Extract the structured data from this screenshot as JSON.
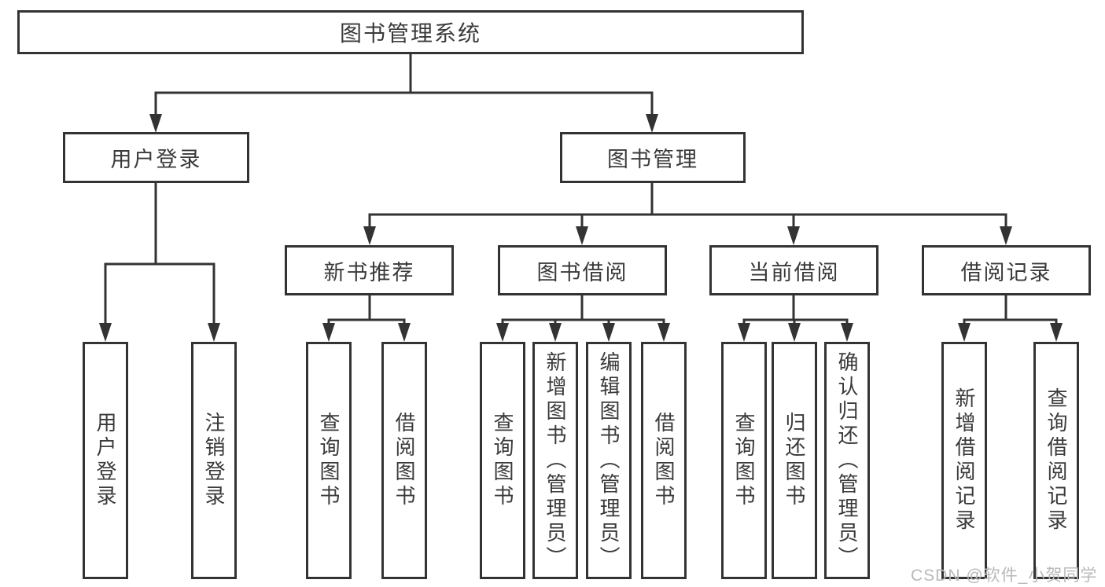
{
  "diagram_title": "图书管理系统",
  "tree": {
    "label": "图书管理系统",
    "children": [
      {
        "label": "用户登录",
        "children": [
          {
            "label": "用户登录"
          },
          {
            "label": "注销登录"
          }
        ]
      },
      {
        "label": "图书管理",
        "children": [
          {
            "label": "新书推荐",
            "children": [
              {
                "label": "查询图书"
              },
              {
                "label": "借阅图书"
              }
            ]
          },
          {
            "label": "图书借阅",
            "children": [
              {
                "label": "查询图书"
              },
              {
                "label": "新增图书（管理员）"
              },
              {
                "label": "编辑图书（管理员）"
              },
              {
                "label": "借阅图书"
              }
            ]
          },
          {
            "label": "当前借阅",
            "children": [
              {
                "label": "查询图书"
              },
              {
                "label": "归还图书"
              },
              {
                "label": "确认归还（管理员）"
              }
            ]
          },
          {
            "label": "借阅记录",
            "children": [
              {
                "label": "新增借阅记录"
              },
              {
                "label": "查询借阅记录"
              }
            ]
          }
        ]
      }
    ]
  },
  "watermark": {
    "text": "CSDN @软件_小贺同学"
  },
  "colors": {
    "line": "#333333",
    "text": "#3a3a3a",
    "background": "#ffffff",
    "watermark": "#b9b9b9"
  }
}
